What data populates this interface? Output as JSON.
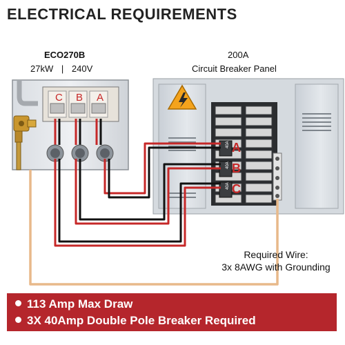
{
  "title": "ELECTRICAL REQUIREMENTS",
  "heater": {
    "model": "ECO270B",
    "power": "27kW",
    "separator": "|",
    "voltage": "240V",
    "terminals": [
      "C",
      "B",
      "A"
    ]
  },
  "panel": {
    "amperage": "200A",
    "name": "Circuit Breaker Panel",
    "breaker_labels": [
      "A",
      "B",
      "C"
    ],
    "breaker_rating": "40A"
  },
  "wire_requirement": {
    "line1": "Required Wire:",
    "line2": "3x 8AWG with Grounding"
  },
  "banner": {
    "items": [
      "113 Amp Max Draw",
      "3X 40Amp Double Pole Breaker Required"
    ]
  },
  "colors": {
    "banner": "#b5262c",
    "live_wire": "#c62828",
    "neutral_wire": "#111111",
    "ground_wire": "#e8b98a",
    "hazard": "#f4a31c"
  },
  "icons": [
    "hazard-warning-icon",
    "bullet-icon"
  ]
}
